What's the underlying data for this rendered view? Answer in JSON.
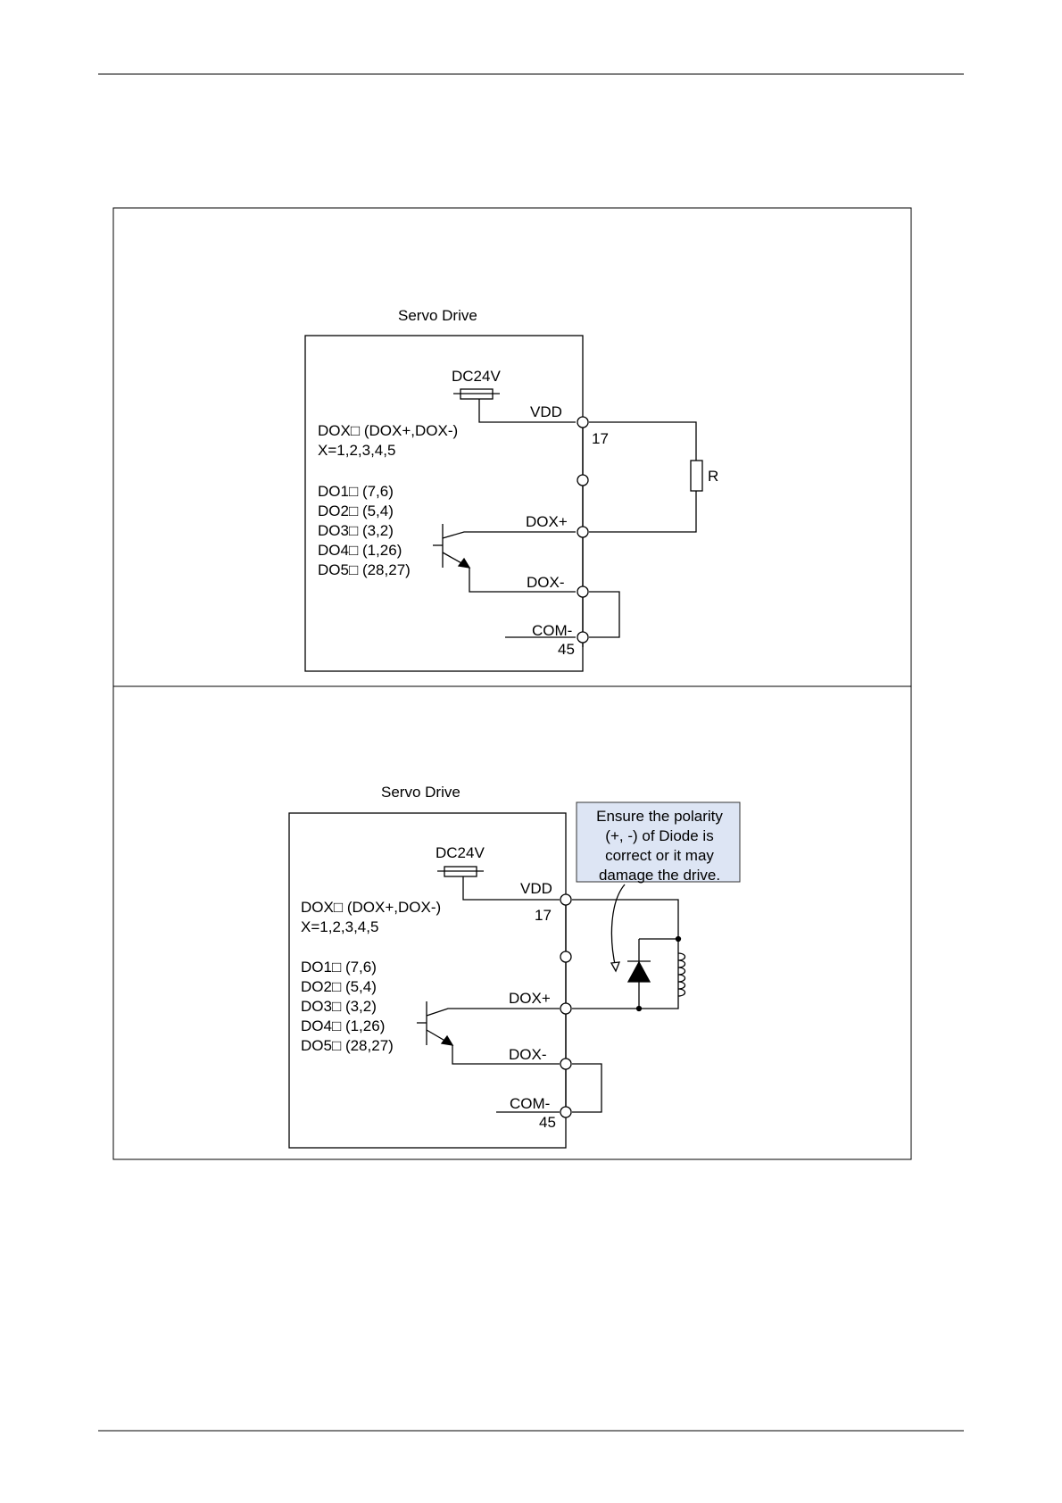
{
  "circuits": [
    {
      "title": "Servo Drive",
      "supply_label": "DC24V",
      "vdd_label": "VDD",
      "pin_vdd": "17",
      "dox_label": "DOX□  (DOX+,DOX-)",
      "x_label": "X=1,2,3,4,5",
      "do_pins": [
        "DO1□  (7,6)",
        "DO2□  (5,4)",
        "DO3□  (3,2)",
        "DO4□  (1,26)",
        "DO5□  (28,27)"
      ],
      "doxplus_label": "DOX+",
      "doxminus_label": "DOX-",
      "com_label": "COM-",
      "pin_com": "45",
      "load_label": "R"
    },
    {
      "title": "Servo Drive",
      "supply_label": "DC24V",
      "vdd_label": "VDD",
      "pin_vdd": "17",
      "dox_label": "DOX□  (DOX+,DOX-)",
      "x_label": "X=1,2,3,4,5",
      "do_pins": [
        "DO1□  (7,6)",
        "DO2□  (5,4)",
        "DO3□  (3,2)",
        "DO4□  (1,26)",
        "DO5□  (28,27)"
      ],
      "doxplus_label": "DOX+",
      "doxminus_label": "DOX-",
      "com_label": "COM-",
      "pin_com": "45",
      "note_lines": [
        "Ensure the polarity",
        "(+, -) of Diode is",
        "correct or it may",
        "damage the drive."
      ]
    }
  ],
  "colors": {
    "line": "#000000",
    "note_fill": "#dde5f4",
    "note_border": "#333333"
  }
}
